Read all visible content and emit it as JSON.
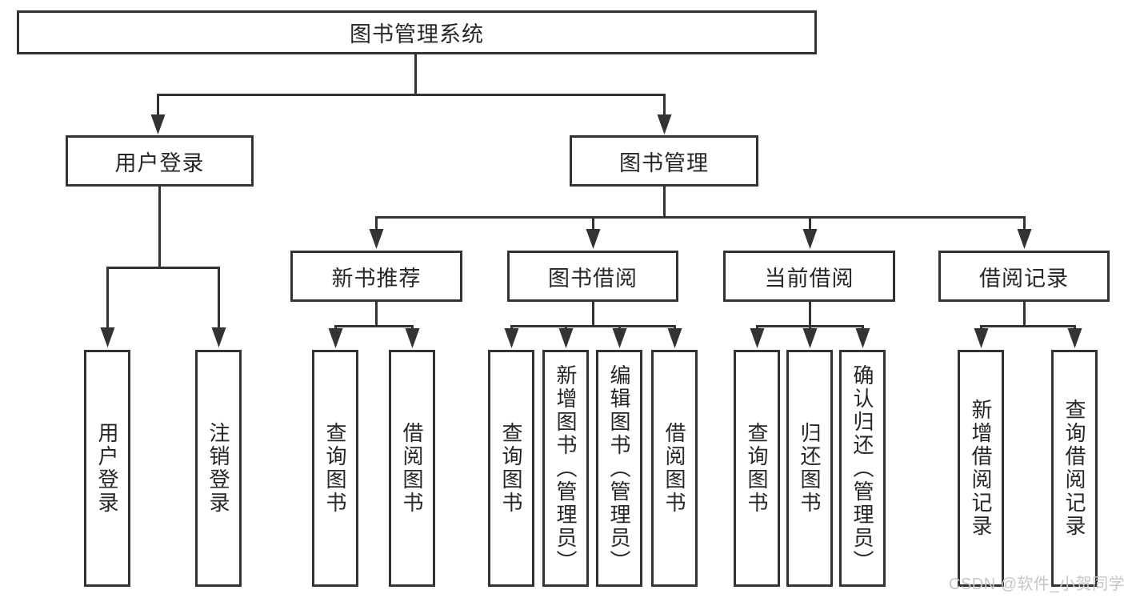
{
  "diagram": {
    "root": {
      "label": "图书管理系统"
    },
    "branches": [
      {
        "label": "用户登录",
        "children": [
          {
            "label": "用户登录"
          },
          {
            "label": "注销登录"
          }
        ]
      },
      {
        "label": "图书管理",
        "children": [
          {
            "label": "新书推荐",
            "children": [
              {
                "label": "查询图书"
              },
              {
                "label": "借阅图书"
              }
            ]
          },
          {
            "label": "图书借阅",
            "children": [
              {
                "label": "查询图书"
              },
              {
                "label": "新增图书（管理员）"
              },
              {
                "label": "编辑图书（管理员）"
              },
              {
                "label": "借阅图书"
              }
            ]
          },
          {
            "label": "当前借阅",
            "children": [
              {
                "label": "查询图书"
              },
              {
                "label": "归还图书"
              },
              {
                "label": "确认归还（管理员）"
              }
            ]
          },
          {
            "label": "借阅记录",
            "children": [
              {
                "label": "新增借阅记录"
              },
              {
                "label": "查询借阅记录"
              }
            ]
          }
        ]
      }
    ]
  },
  "watermark": {
    "text": "CSDN @软件_小贺同学"
  },
  "colors": {
    "line": "#333333",
    "node_border": "#333333",
    "node_text": "#262626",
    "background": "#ffffff",
    "watermark_text": "#c6c6c6"
  }
}
